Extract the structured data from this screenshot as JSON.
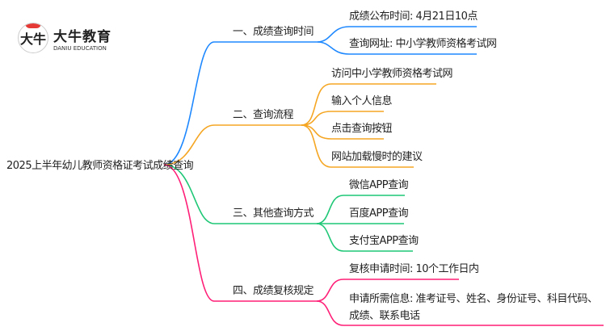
{
  "logo": {
    "mark": "大牛",
    "name": "大牛教育",
    "subtitle": "DANIU EDUCATION"
  },
  "root": "2025上半年幼儿教师资格证考试成绩查询",
  "colors": {
    "b1": "#1e88ff",
    "b2": "#f5a623",
    "b3": "#1ec776",
    "b4": "#ff1f77"
  },
  "branches": [
    {
      "label": "一、成绩查询时间",
      "children": [
        "成绩公布时间: 4月21日10点",
        "查询网址: 中小学教师资格考试网"
      ]
    },
    {
      "label": "二、查询流程",
      "children": [
        "访问中小学教师资格考试网",
        "输入个人信息",
        "点击查询按钮",
        "网站加载慢时的建议"
      ]
    },
    {
      "label": "三、其他查询方式",
      "children": [
        "微信APP查询",
        "百度APP查询",
        "支付宝APP查询"
      ]
    },
    {
      "label": "四、成绩复核规定",
      "children": [
        "复核申请时间: 10个工作日内",
        "申请所需信息: 准考证号、姓名、身份证号、科目代码、成绩、联系电话"
      ]
    }
  ]
}
